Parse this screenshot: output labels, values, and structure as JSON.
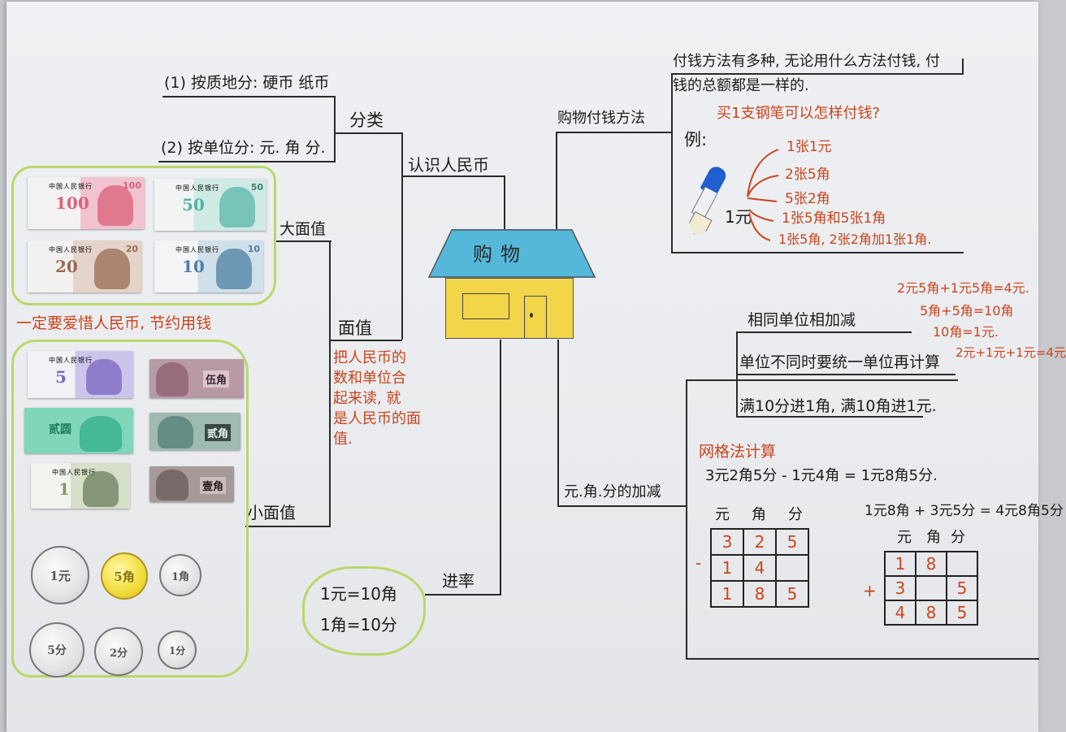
{
  "central": {
    "title": "购物"
  },
  "branches": {
    "recognize": {
      "label": "认识人民币",
      "classify": {
        "label": "分类",
        "items": [
          "(1) 按质地分: 硬币 纸币",
          "(2) 按单位分: 元. 角 分."
        ]
      },
      "face_value": {
        "label": "面值",
        "note": [
          "把人民币的",
          "数和单位合",
          "起来读, 就",
          "是人民币的面",
          "值."
        ],
        "large": {
          "label": "大面值"
        },
        "small": {
          "label": "小面值"
        }
      }
    },
    "exchange": {
      "label": "进率",
      "cloud": [
        "1元=10角",
        "1角=10分"
      ]
    },
    "payment": {
      "label": "购物付钱方法",
      "summary": [
        "付钱方法有多种, 无论用什么方法付钱, 付",
        "钱的总额都是一样的."
      ],
      "question": "买1支钢笔可以怎样付钱?",
      "example_label": "例:",
      "price": "1元",
      "options": [
        "1张1元",
        "2张5角",
        "5张2角",
        "1张5角和5张1角",
        "1张5角, 2张2角加1张1角."
      ]
    },
    "arithmetic": {
      "label": "元.角.分的加减",
      "rules": [
        "相同单位相加减",
        "单位不同时要统一单位再计算",
        "满10分进1角, 满10角进1元."
      ],
      "red_notes": [
        "2元5角+1元5角=4元.",
        "5角+5角=10角",
        "10角=1元.",
        "2元+1元+1元=4元"
      ],
      "grid_method": {
        "title": "网格法计算",
        "subtraction": {
          "equation": "3元2角5分 - 1元4角 = 1元8角5分.",
          "headers": [
            "元",
            "角",
            "分"
          ],
          "operator": "-",
          "rows": [
            [
              "3",
              "2",
              "5"
            ],
            [
              "1",
              "4",
              ""
            ],
            [
              "1",
              "8",
              "5"
            ]
          ]
        },
        "addition": {
          "equation": "1元8角 + 3元5分 = 4元8角5分",
          "headers": [
            "元",
            "角",
            "分"
          ],
          "operator": "+",
          "rows": [
            [
              "1",
              "8",
              ""
            ],
            [
              "3",
              "",
              "5"
            ],
            [
              "4",
              "8",
              "5"
            ]
          ]
        }
      }
    }
  },
  "reminder": "一定要爱惜人民币, 节约用钱",
  "collage": {
    "large_notes": [
      {
        "value": "100",
        "color": "#d9607a"
      },
      {
        "value": "50",
        "color": "#52b3a6"
      },
      {
        "value": "20",
        "color": "#9a6a55"
      },
      {
        "value": "10",
        "color": "#4d7fa3"
      }
    ],
    "small_notes": [
      {
        "value": "5",
        "color": "#7a66c0"
      },
      {
        "value": "伍角",
        "color": "#8a5a6a"
      },
      {
        "value": "贰圆",
        "color": "#36b08e"
      },
      {
        "value": "贰角",
        "color": "#4f7a72"
      },
      {
        "value": "1",
        "color": "#7e9a6a"
      },
      {
        "value": "壹角",
        "color": "#6a5a5a"
      }
    ],
    "coins": [
      {
        "value": "1元"
      },
      {
        "value": "5角"
      },
      {
        "value": "1角"
      },
      {
        "value": "5分"
      },
      {
        "value": "2分"
      },
      {
        "value": "1分"
      }
    ],
    "note_header": "中国人民银行"
  },
  "colors": {
    "ink": "#1c1c1c",
    "red_ink": "#c9451c",
    "roof": "#55b8da",
    "wall": "#f3d54a",
    "green_frame": "#b8d86a"
  }
}
